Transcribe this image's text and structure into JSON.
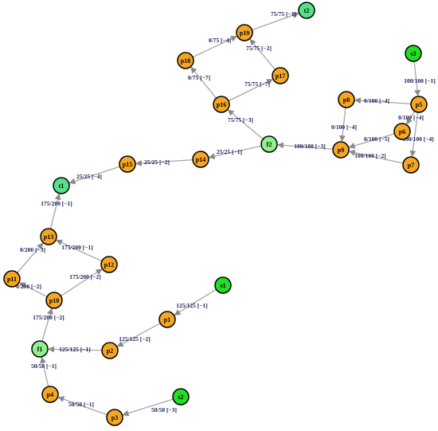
{
  "colors": {
    "pump": "#f5a623",
    "source": "#22dd22",
    "source_light": "#33e033",
    "flow_node": "#8ef08e",
    "terminal": "#55e08a",
    "edge": "#a6a6a6",
    "edge_label": "#1b1b5a"
  },
  "nodes": [
    {
      "id": "s1",
      "label": "s1",
      "kind": "source"
    },
    {
      "id": "s2",
      "label": "s2",
      "kind": "source"
    },
    {
      "id": "s3",
      "label": "s3",
      "kind": "source"
    },
    {
      "id": "f1",
      "label": "f1",
      "kind": "flow_node"
    },
    {
      "id": "f2",
      "label": "f2",
      "kind": "flow_node"
    },
    {
      "id": "t1",
      "label": "t1",
      "kind": "terminal"
    },
    {
      "id": "t2",
      "label": "t2",
      "kind": "terminal"
    },
    {
      "id": "p1",
      "label": "p1",
      "kind": "pump"
    },
    {
      "id": "p2",
      "label": "p2",
      "kind": "pump"
    },
    {
      "id": "p3",
      "label": "p3",
      "kind": "pump"
    },
    {
      "id": "p4",
      "label": "p4",
      "kind": "pump"
    },
    {
      "id": "p5",
      "label": "p5",
      "kind": "pump"
    },
    {
      "id": "p6",
      "label": "p6",
      "kind": "pump"
    },
    {
      "id": "p7",
      "label": "p7",
      "kind": "pump"
    },
    {
      "id": "p8",
      "label": "p8",
      "kind": "pump"
    },
    {
      "id": "p9",
      "label": "p9",
      "kind": "pump"
    },
    {
      "id": "p10",
      "label": "p10",
      "kind": "pump"
    },
    {
      "id": "p11",
      "label": "p11",
      "kind": "pump"
    },
    {
      "id": "p12",
      "label": "p12",
      "kind": "pump"
    },
    {
      "id": "p13",
      "label": "p13",
      "kind": "pump"
    },
    {
      "id": "p14",
      "label": "p14",
      "kind": "pump"
    },
    {
      "id": "p15",
      "label": "p15",
      "kind": "pump"
    },
    {
      "id": "p16",
      "label": "p16",
      "kind": "pump"
    },
    {
      "id": "p17",
      "label": "p17",
      "kind": "pump"
    },
    {
      "id": "p18",
      "label": "p18",
      "kind": "pump"
    },
    {
      "id": "p19",
      "label": "p19",
      "kind": "pump"
    }
  ],
  "edges": [
    {
      "from": "s1",
      "to": "p1",
      "label": "125/125 [−1]"
    },
    {
      "from": "p1",
      "to": "p2",
      "label": "125/125 [−2]"
    },
    {
      "from": "p2",
      "to": "f1",
      "label": "125/125 [−1]"
    },
    {
      "from": "s2",
      "to": "p3",
      "label": "50/50 [−3]"
    },
    {
      "from": "p3",
      "to": "p4",
      "label": "50/50 [−1]"
    },
    {
      "from": "p4",
      "to": "f1",
      "label": "50/50 [−1]"
    },
    {
      "from": "f1",
      "to": "p10",
      "label": "175/200 [−2]"
    },
    {
      "from": "p10",
      "to": "p11",
      "label": "0/200 [−2]"
    },
    {
      "from": "p11",
      "to": "p13",
      "label": "0/200 [−3]"
    },
    {
      "from": "p10",
      "to": "p12",
      "label": "175/200 [−2]"
    },
    {
      "from": "p12",
      "to": "p13",
      "label": "175/200 [−1]"
    },
    {
      "from": "p13",
      "to": "t1",
      "label": "175/200 [−1]"
    },
    {
      "from": "p15",
      "to": "t1",
      "label": "25/25 [−4]"
    },
    {
      "from": "p14",
      "to": "p15",
      "label": "25/25 [−2]"
    },
    {
      "from": "f2",
      "to": "p14",
      "label": "25/25 [−1]"
    },
    {
      "from": "p9",
      "to": "f2",
      "label": "100/100 [−3]"
    },
    {
      "from": "f2",
      "to": "p16",
      "label": "75/75 [−3]"
    },
    {
      "from": "p16",
      "to": "p17",
      "label": "75/75 [−7]"
    },
    {
      "from": "p16",
      "to": "p18",
      "label": "0/75 [−7]"
    },
    {
      "from": "p18",
      "to": "p19",
      "label": "0/75 [−4]"
    },
    {
      "from": "p17",
      "to": "p19",
      "label": "75/75 [−2]"
    },
    {
      "from": "p19",
      "to": "t2",
      "label": "75/75 [−1]"
    },
    {
      "from": "s3",
      "to": "p5",
      "label": "100/100 [−1]"
    },
    {
      "from": "p5",
      "to": "p8",
      "label": "0/100 [−4]"
    },
    {
      "from": "p8",
      "to": "p9",
      "label": "0/100 [−4]"
    },
    {
      "from": "p5",
      "to": "p6",
      "label": "0/100 [−4]"
    },
    {
      "from": "p6",
      "to": "p9",
      "label": "0/100 [−5]"
    },
    {
      "from": "p5",
      "to": "p7",
      "label": "100/100 [−4]"
    },
    {
      "from": "p7",
      "to": "p9",
      "label": "100/100 [−2]"
    }
  ]
}
